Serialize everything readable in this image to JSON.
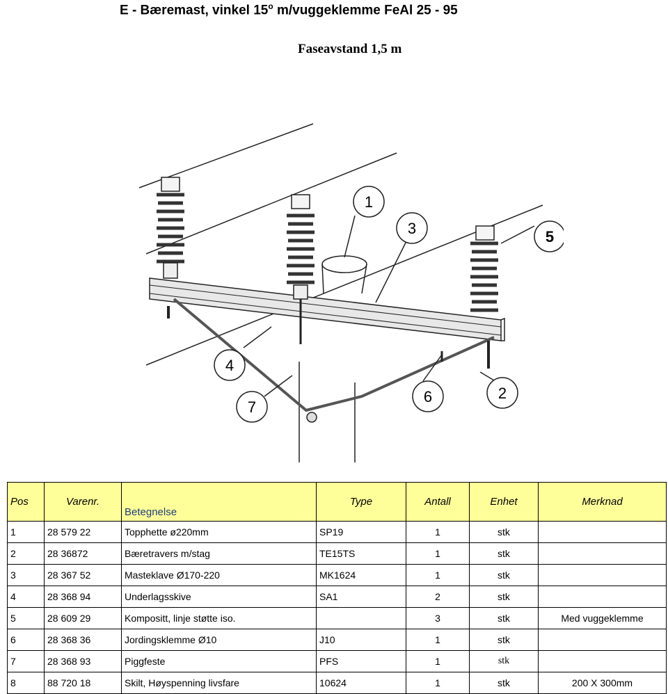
{
  "header": {
    "title": "E - Bæremast, vinkel 15",
    "title_degree": "o",
    "title_rest": " m/vuggeklemme FeAl 25 - 95",
    "subtitle": "Faseavstand 1,5 m"
  },
  "drawing": {
    "callouts": [
      "1",
      "2",
      "3",
      "4",
      "5",
      "6",
      "7"
    ]
  },
  "table": {
    "headers": {
      "pos": "Pos",
      "varenr": "Varenr.",
      "betegnelse": "Betegnelse",
      "type": "Type",
      "antall": "Antall",
      "enhet": "Enhet",
      "merknad": "Merknad"
    },
    "rows": [
      {
        "pos": "1",
        "varenr": "28 579 22",
        "betegnelse": "Topphette ø220mm",
        "type": "SP19",
        "antall": "1",
        "enhet": "stk",
        "merknad": ""
      },
      {
        "pos": "2",
        "varenr": "28 36872",
        "betegnelse": "Bæretravers m/stag",
        "type": "TE15TS",
        "antall": "1",
        "enhet": "stk",
        "merknad": ""
      },
      {
        "pos": "3",
        "varenr": "28 367 52",
        "betegnelse": "Masteklave Ø170-220",
        "type": "MK1624",
        "antall": "1",
        "enhet": "stk",
        "merknad": ""
      },
      {
        "pos": "4",
        "varenr": "28 368 94",
        "betegnelse": "Underlagsskive",
        "type": "SA1",
        "antall": "2",
        "enhet": "stk",
        "merknad": ""
      },
      {
        "pos": "5",
        "varenr": "28 609 29",
        "betegnelse": "Kompositt, linje støtte iso.",
        "type": "",
        "antall": "3",
        "enhet": "stk",
        "merknad": "Med vuggeklemme"
      },
      {
        "pos": "6",
        "varenr": "28 368 36",
        "betegnelse": "Jordingsklemme Ø10",
        "type": "J10",
        "antall": "1",
        "enhet": "stk",
        "merknad": ""
      },
      {
        "pos": "7",
        "varenr": "28 368 93",
        "betegnelse": "Piggfeste",
        "type": "PFS",
        "antall": "1",
        "enhet": "stk",
        "merknad": ""
      },
      {
        "pos": "8",
        "varenr": "88 720 18",
        "betegnelse": "Skilt, Høyspenning livsfare",
        "type": "10624",
        "antall": "1",
        "enhet": "stk",
        "merknad": "200 X 300mm"
      }
    ]
  }
}
